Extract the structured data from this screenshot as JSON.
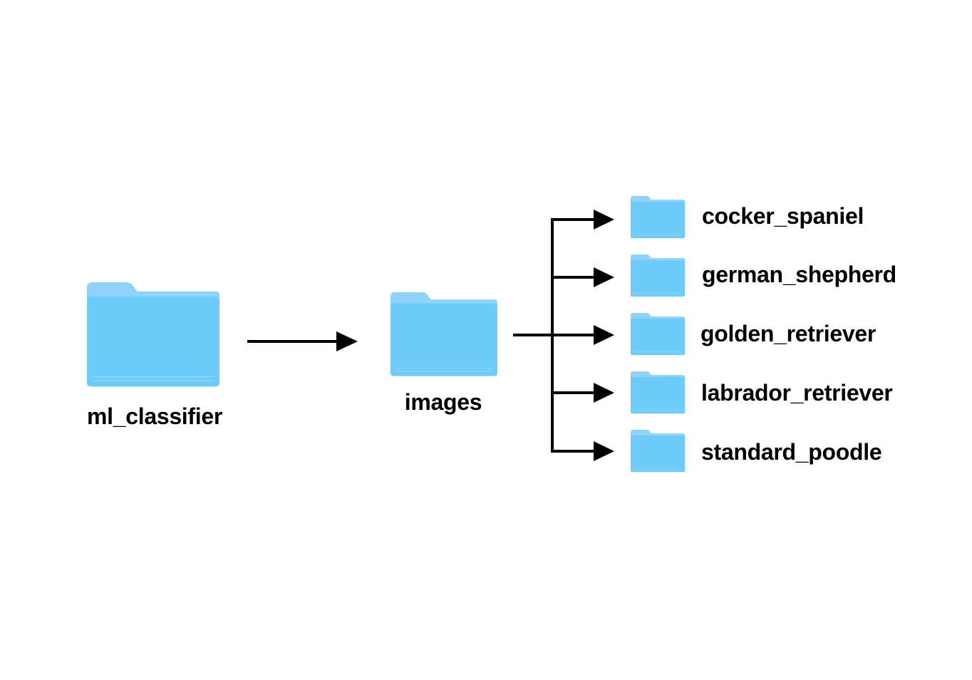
{
  "colors": {
    "folder_back": "#8FD3FB",
    "folder_front": "#6ECBF8",
    "folder_line": "#9ED8F8",
    "arrow": "#000000",
    "background": "#FFFFFF"
  },
  "root_folder": {
    "label": "ml_classifier",
    "icon": "folder-icon"
  },
  "child_folder": {
    "label": "images",
    "icon": "folder-icon"
  },
  "class_folders": [
    {
      "label": "cocker_spaniel",
      "icon": "folder-icon"
    },
    {
      "label": "german_shepherd",
      "icon": "folder-icon"
    },
    {
      "label": "golden_retriever",
      "icon": "folder-icon"
    },
    {
      "label": "labrador_retriever",
      "icon": "folder-icon"
    },
    {
      "label": "standard_poodle",
      "icon": "folder-icon"
    }
  ]
}
